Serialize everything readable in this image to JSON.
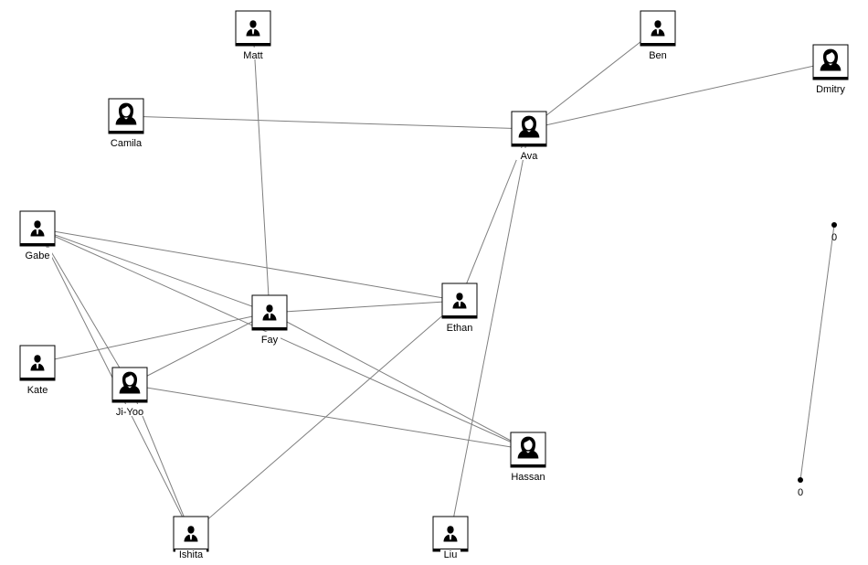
{
  "nodes": [
    {
      "id": "matt",
      "label": "Matt",
      "icon": "male-user-icon"
    },
    {
      "id": "ben",
      "label": "Ben",
      "icon": "male-user-icon"
    },
    {
      "id": "dmitry",
      "label": "Dmitry",
      "icon": "female-user-icon"
    },
    {
      "id": "camila",
      "label": "Camila",
      "icon": "female-user-icon"
    },
    {
      "id": "ava",
      "label": "Ava",
      "icon": "female-user-icon"
    },
    {
      "id": "gabe",
      "label": "Gabe",
      "icon": "male-user-icon"
    },
    {
      "id": "fay",
      "label": "Fay",
      "icon": "male-user-icon"
    },
    {
      "id": "ethan",
      "label": "Ethan",
      "icon": "male-user-icon"
    },
    {
      "id": "kate",
      "label": "Kate",
      "icon": "male-user-icon"
    },
    {
      "id": "jiyoo",
      "label": "Ji-Yoo",
      "icon": "female-user-icon"
    },
    {
      "id": "hassan",
      "label": "Hassan",
      "icon": "female-user-icon"
    },
    {
      "id": "ishita",
      "label": "Ishita",
      "icon": "male-user-icon"
    },
    {
      "id": "liu",
      "label": "Liu",
      "icon": "male-user-icon"
    },
    {
      "id": "dot1",
      "label": "0",
      "kind": "point"
    },
    {
      "id": "dot2",
      "label": "0",
      "kind": "point"
    }
  ],
  "edges": [
    [
      "matt",
      "fay"
    ],
    [
      "ben",
      "ava"
    ],
    [
      "dmitry",
      "ava"
    ],
    [
      "camila",
      "ava"
    ],
    [
      "ava",
      "ethan"
    ],
    [
      "ava",
      "liu"
    ],
    [
      "gabe",
      "ethan"
    ],
    [
      "gabe",
      "fay"
    ],
    [
      "gabe",
      "hassan"
    ],
    [
      "gabe",
      "jiyoo"
    ],
    [
      "gabe",
      "ishita"
    ],
    [
      "fay",
      "ethan"
    ],
    [
      "fay",
      "kate"
    ],
    [
      "fay",
      "jiyoo"
    ],
    [
      "fay",
      "hassan"
    ],
    [
      "jiyoo",
      "hassan"
    ],
    [
      "jiyoo",
      "ishita"
    ],
    [
      "ethan",
      "ishita"
    ],
    [
      "dot1",
      "dot2"
    ]
  ]
}
